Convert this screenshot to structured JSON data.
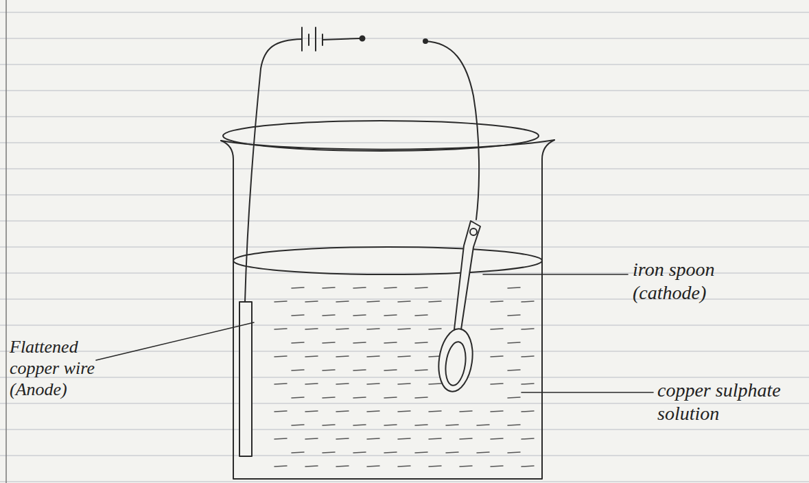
{
  "diagram": {
    "labels": [
      "iron spoon (cathode)",
      "Flattened copper wire (Anode)",
      "copper sulphate solution"
    ]
  }
}
